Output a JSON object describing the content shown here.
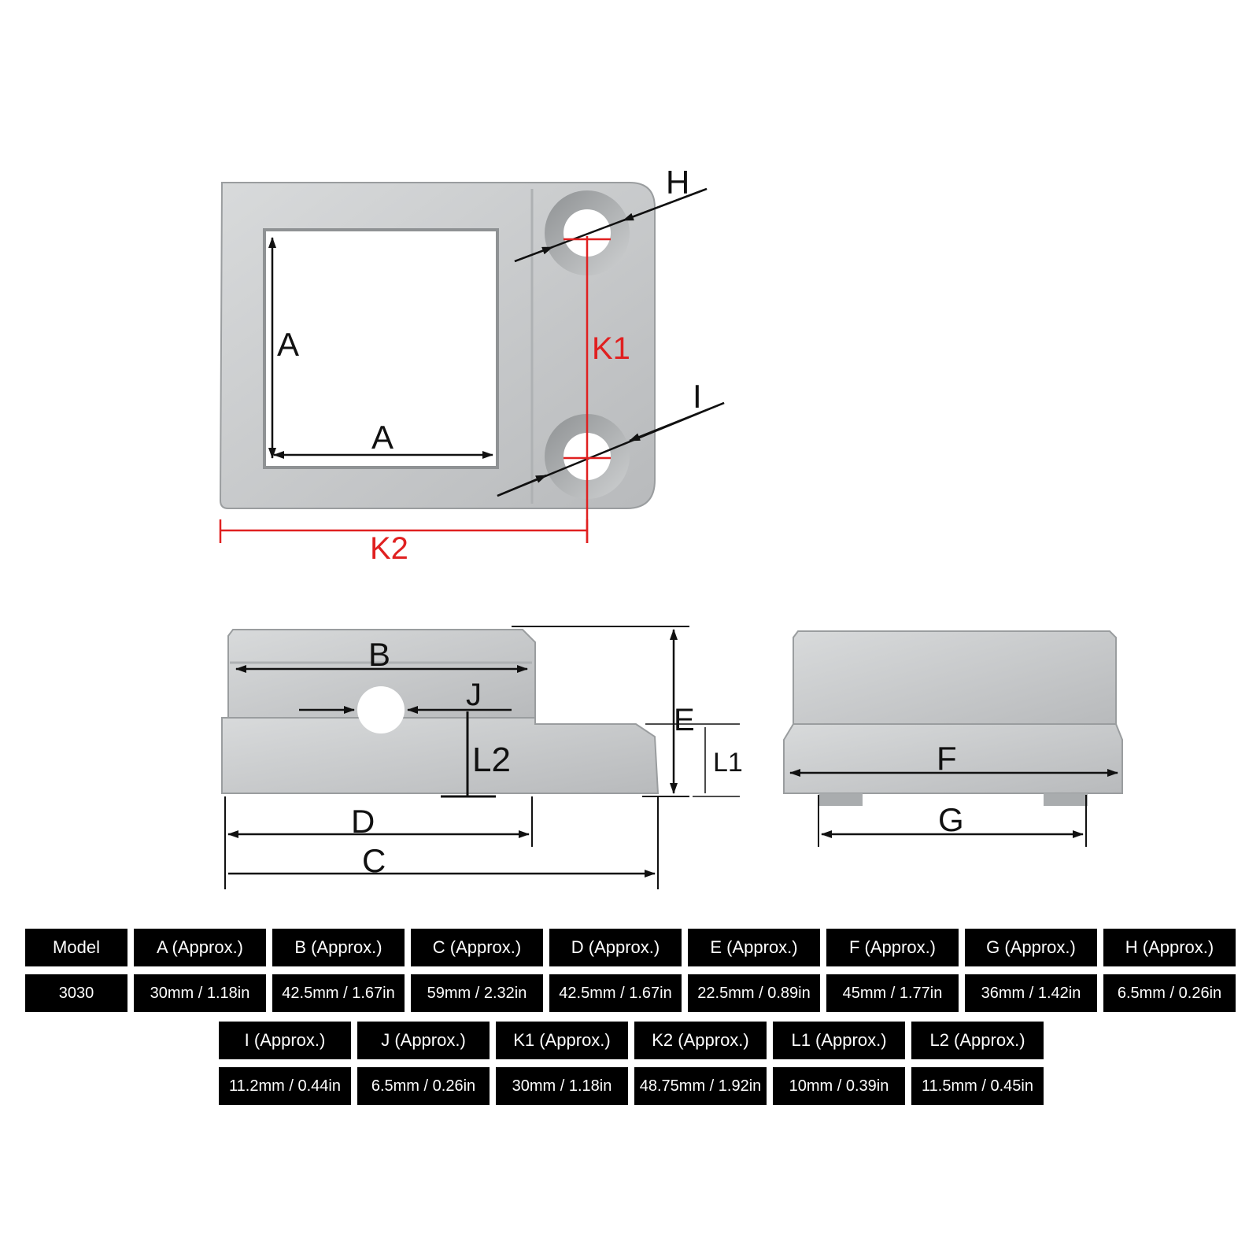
{
  "diagram": {
    "labels": {
      "A_vertical": "A",
      "A_horizontal": "A",
      "H": "H",
      "I": "I",
      "K1": "K1",
      "K2": "K2",
      "B": "B",
      "J": "J",
      "L2": "L2",
      "E": "E",
      "L1": "L1",
      "D": "D",
      "C": "C",
      "F": "F",
      "G": "G"
    },
    "colors": {
      "metal": "#c9cbcc",
      "metal_dark": "#9fa2a4",
      "dimension": "#111111",
      "highlight": "#e02020"
    }
  },
  "table": {
    "row1_headers": [
      "Model",
      "A (Approx.)",
      "B (Approx.)",
      "C (Approx.)",
      "D (Approx.)",
      "E (Approx.)",
      "F (Approx.)",
      "G (Approx.)",
      "H (Approx.)"
    ],
    "row1_values": [
      "3030",
      "30mm / 1.18in",
      "42.5mm / 1.67in",
      "59mm / 2.32in",
      "42.5mm / 1.67in",
      "22.5mm / 0.89in",
      "45mm / 1.77in",
      "36mm / 1.42in",
      "6.5mm / 0.26in"
    ],
    "row2_headers": [
      "I (Approx.)",
      "J (Approx.)",
      "K1 (Approx.)",
      "K2 (Approx.)",
      "L1 (Approx.)",
      "L2 (Approx.)"
    ],
    "row2_values": [
      "11.2mm / 0.44in",
      "6.5mm / 0.26in",
      "30mm / 1.18in",
      "48.75mm / 1.92in",
      "10mm / 0.39in",
      "11.5mm / 0.45in"
    ]
  }
}
